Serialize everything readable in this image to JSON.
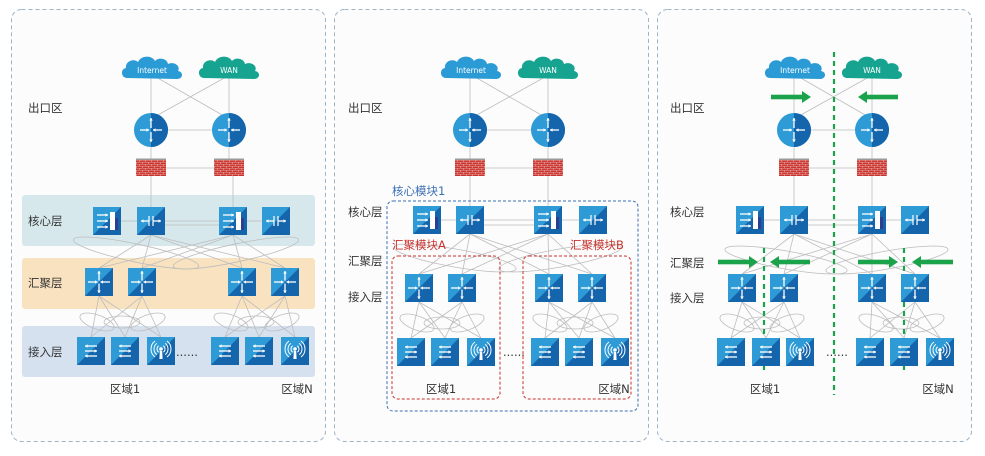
{
  "colors": {
    "panel_border": "#9db3c6",
    "panel_bg": "#fcfcfc",
    "core_band": "#d7e8ec",
    "agg_band": "#f8e2bf",
    "access_band": "#d6e1f0",
    "internet_cloud": "#2b9bd6",
    "wan_cloud": "#16a491",
    "device_light": "#2e9ad6",
    "device_dark": "#1565ad",
    "firewall": "#c8342f",
    "link": "#bdbdbd",
    "green_arrow": "#1aa34a",
    "module_blue": "#3b6fb5",
    "module_red": "#c8322d"
  },
  "clouds": {
    "internet": "Internet",
    "wan": "WAN"
  },
  "labels": {
    "egress": "出口区",
    "core": "核心层",
    "aggregation": "汇聚层",
    "access": "接入层",
    "zone_1": "区域1",
    "zone_n": "区域N",
    "ellipsis": "......"
  },
  "panels": [
    {
      "name": "layered-architecture",
      "has_bands": true
    },
    {
      "name": "modular-architecture",
      "core_module": "核心模块1",
      "agg_module_a": "汇聚模块A",
      "agg_module_b": "汇聚模块B"
    },
    {
      "name": "isolation-architecture",
      "has_green_dividers": true
    }
  ],
  "icons": [
    "cloud-icon",
    "router-icon",
    "firewall-icon",
    "core-switch-icon",
    "l3-switch-icon",
    "agg-switch-icon",
    "access-switch-icon",
    "wireless-ap-icon",
    "arrow-right-icon",
    "arrow-left-icon"
  ]
}
